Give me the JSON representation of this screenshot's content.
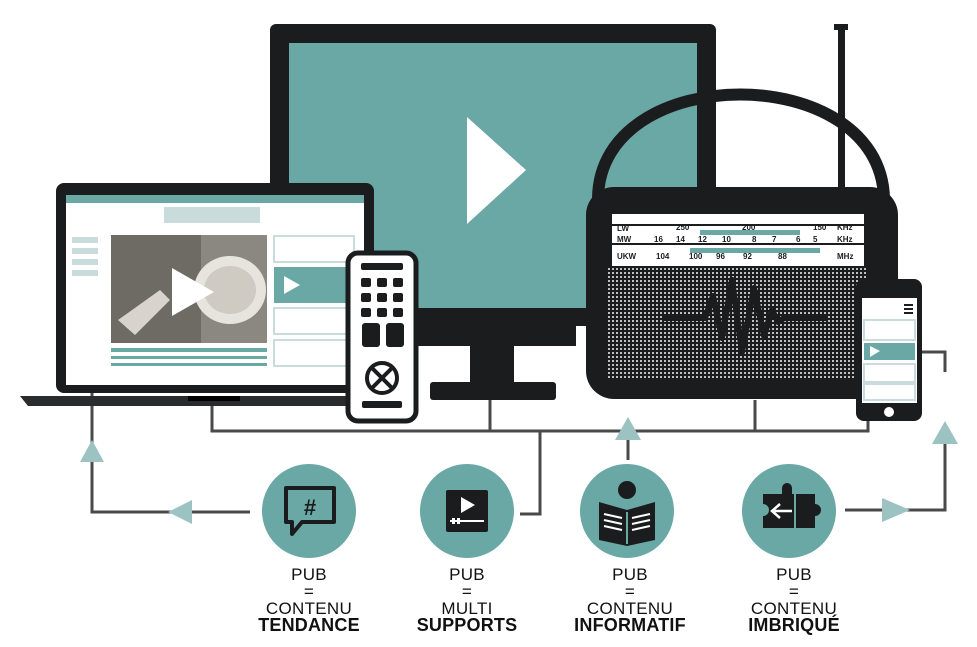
{
  "colors": {
    "teal": "#6aa8a5",
    "device": "#1b1c1e",
    "connector": "#4a4a4a",
    "arrow": "#9cc3c1",
    "white": "#ffffff"
  },
  "radio": {
    "bands": [
      {
        "name": "LW",
        "ticks": [
          "250",
          "200",
          "150"
        ],
        "unit": "KHz"
      },
      {
        "name": "MW",
        "ticks": [
          "16",
          "14",
          "12",
          "10",
          "8",
          "7",
          "6",
          "5"
        ],
        "unit": "KHz"
      },
      {
        "name": "UKW",
        "ticks": [
          "104",
          "100",
          "96",
          "92",
          "88"
        ],
        "unit": "MHz"
      }
    ]
  },
  "concepts": [
    {
      "icon": "hashtag-speech-bubble-icon",
      "line1": "PUB",
      "line2": "=",
      "line3": "CONTENU",
      "line4": "TENDANCE"
    },
    {
      "icon": "video-player-icon",
      "line1": "PUB",
      "line2": "=",
      "line3": "MULTI",
      "line4": "SUPPORTS"
    },
    {
      "icon": "person-reading-icon",
      "line1": "PUB",
      "line2": "=",
      "line3": "CONTENU",
      "line4": "INFORMATIF"
    },
    {
      "icon": "puzzle-pieces-icon",
      "line1": "PUB",
      "line2": "=",
      "line3": "CONTENU",
      "line4": "IMBRIQUÉ"
    }
  ]
}
